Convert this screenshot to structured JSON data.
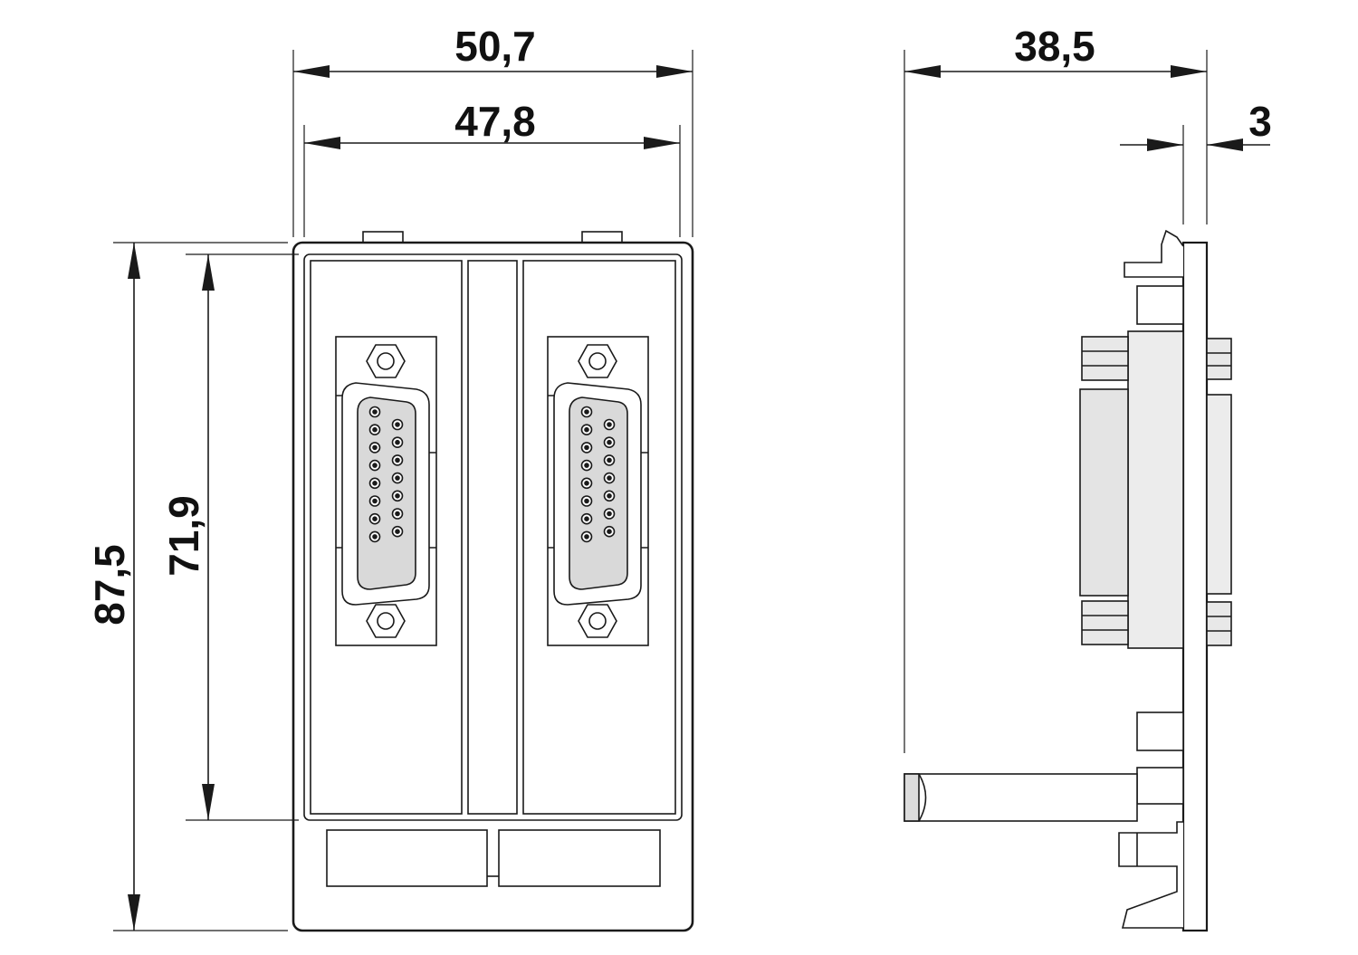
{
  "drawing": {
    "dimensions": {
      "overall_width": "50,7",
      "inner_width": "47,8",
      "overall_height": "87,5",
      "inner_height": "71,9",
      "depth": "38,5",
      "plate_thickness": "3"
    },
    "colors": {
      "line": "#1a1a1a",
      "fill": "#ffffff",
      "connector_fill": "#d9d9d9",
      "side_fill": "#ececec"
    }
  }
}
